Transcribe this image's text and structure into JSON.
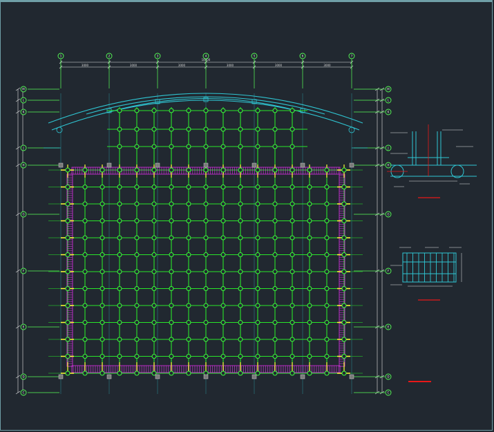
{
  "drawing": {
    "background": "#212830",
    "colors": {
      "grid": "#29e629",
      "node": "#3cff3c",
      "axis": "#57ff57",
      "truss": "#2fc6d3",
      "purlin": "#c62fd1",
      "highlight": "#ffff33",
      "dimension": "#e6e6e6",
      "redmark": "#e81818"
    },
    "top_axes": [
      "1",
      "2",
      "3",
      "4",
      "5",
      "6",
      "7"
    ],
    "side_axes_left": [
      "M",
      "L",
      "K",
      "J",
      "H",
      "G",
      "F",
      "E",
      "D",
      "C"
    ],
    "side_axes_right": [
      "M",
      "L",
      "K",
      "J",
      "H",
      "G",
      "F",
      "E",
      "D",
      "C"
    ],
    "top_dimensions": [
      "3000",
      "3000",
      "3000",
      "3000",
      "3000",
      "3000"
    ],
    "top_total_dimension": "18000",
    "detail_notes": [
      "",
      "",
      "",
      "",
      "",
      ""
    ]
  }
}
